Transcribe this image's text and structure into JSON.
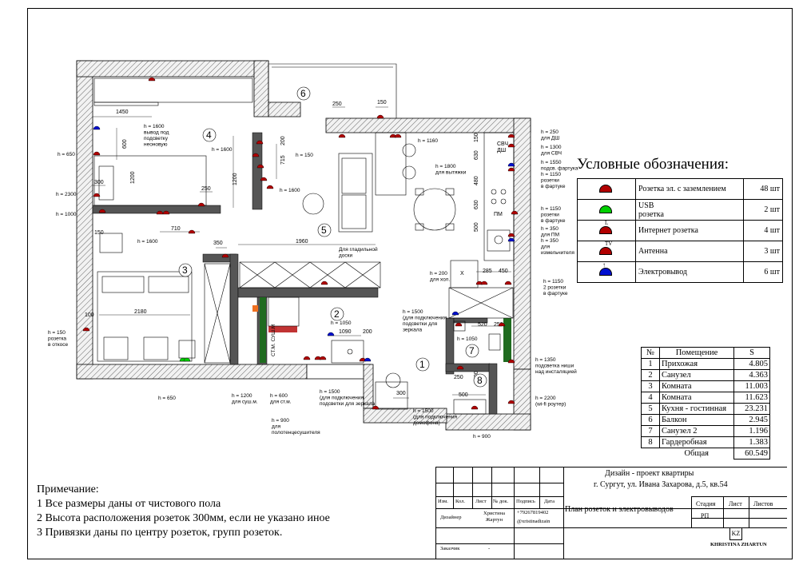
{
  "legend": {
    "title": "Условные обозначения:",
    "items": [
      {
        "label": "Розетка эл. с заземлением",
        "count": "48 шт",
        "color": "#b20000",
        "icon": "socket-grounded-icon",
        "mark": ""
      },
      {
        "label": "USB\nрозетка",
        "count": "2 шт",
        "color": "#00d000",
        "icon": "usb-socket-icon",
        "mark": ""
      },
      {
        "label": "Интернет розетка",
        "count": "4 шт",
        "color": "#b20000",
        "icon": "internet-socket-icon",
        "mark": "L"
      },
      {
        "label": "Антенна",
        "count": "3 шт",
        "color": "#b20000",
        "icon": "antenna-socket-icon",
        "mark": "TV"
      },
      {
        "label": "Электровывод",
        "count": "6 шт",
        "color": "#0010d0",
        "icon": "electrical-outlet-icon",
        "mark": "↑"
      }
    ]
  },
  "rooms_table": {
    "headers": [
      "№",
      "Помещение",
      "S"
    ],
    "rows": [
      [
        "1",
        "Прихожая",
        "4.805"
      ],
      [
        "2",
        "Санузел",
        "4.363"
      ],
      [
        "3",
        "Комната",
        "11.003"
      ],
      [
        "4",
        "Комната",
        "11.623"
      ],
      [
        "5",
        "Кухня - гостинная",
        "23.231"
      ],
      [
        "6",
        "Балкон",
        "2.945"
      ],
      [
        "7",
        "Санузел 2",
        "1.196"
      ],
      [
        "8",
        "Гардеробная",
        "1.383"
      ]
    ],
    "total_label": "Общая",
    "total_value": "60.549"
  },
  "notes": {
    "title": "Примечание:",
    "lines": [
      "1 Все размеры даны от чистового пола",
      "2 Высота расположения розеток 300мм, если не указано иное",
      "3 Привязки даны по центру  розеток, групп розеток."
    ]
  },
  "stamp": {
    "project_line1": "Дизайн - проект квартиры",
    "project_line2": "г. Сургут, ул. Ивана Захарова, д.5, кв.54",
    "sheet_title": "План розеток и электровыводов",
    "col_headers": [
      "Изм.",
      "Кол.",
      "Лист",
      "№ док.",
      "Подпись",
      "Дата"
    ],
    "role_designer": "Дизайнер",
    "designer_name": "Христина\nЖартун",
    "phone": "+79267819402",
    "instagram": "@xristinadizain",
    "role_client": "Заказчик",
    "client_value": "-",
    "stage_headers": [
      "Стадия",
      "Лист",
      "Листов"
    ],
    "stage_value": "РП",
    "logo_text": "KHRISTINA ZHARTUN",
    "logo_mark": "KZ"
  },
  "plan": {
    "room_numbers": [
      "1",
      "2",
      "3",
      "4",
      "5",
      "6",
      "7",
      "8"
    ],
    "dimensions": [
      "1450",
      "600",
      "1200",
      "300",
      "250",
      "710",
      "150",
      "350",
      "1960",
      "2180",
      "100",
      "1090",
      "200",
      "520",
      "250",
      "285",
      "450",
      "250",
      "150",
      "1200",
      "715",
      "200",
      "500",
      "250",
      "300",
      "600",
      "630",
      "480",
      "500",
      "150",
      "630",
      "X",
      "ПМ",
      "СВЧ",
      "ДШ",
      "СТ.М.\nСУШ.М"
    ],
    "annotations": [
      "h = 1600\nвывод под\nподсветку\nнеоновую",
      "h = 650",
      "h = 2300",
      "h = 1000",
      "h = 1600",
      "h = 1600",
      "h = 150",
      "h = 1600",
      "h = 1160",
      "h = 250\nдля ДШ",
      "h = 1300\nдля СВЧ",
      "h = 1550\nподсв. фартука\nh = 1150\nрозетки\nв фартуке",
      "h = 1800\nдля вытяжки",
      "h = 1150\nрозетки\nв фартуке",
      "h = 350\nдля ПМ\nh = 350\nдля\nизмельчителя",
      "Для гладильной\nдоски",
      "h = 200\nдля хол.",
      "h = 1150\n2 розетки\nв фартуке",
      "h = 1500\n(для подключения\nподсветки для\nзеркала",
      "h = 1050",
      "h = 1050",
      "h = 1350\nподсветка ниши\nнад инсталяцией",
      "h = 150\nрозетка\nв откосе",
      "h = 650",
      "h = 1200\nдля суш.м.",
      "h = 600\nдля ст.м.",
      "h = 900\nдля\nполотенцесушителя",
      "h = 1500\n(для подключения\nподсветки для зеркала",
      "h = 1500\n(для подключения\nдомофона)",
      "h = 2200\n(wi-fi роутер)",
      "h = 900"
    ]
  },
  "colors": {
    "wall_fill": "#e8e8e8",
    "wall_hatch": "#555555",
    "partition": "#555555",
    "socket_red": "#b20000",
    "socket_blue": "#0010d0",
    "socket_green": "#00d000",
    "green_panel": "#1f6b1f",
    "orange_mark": "#f07020"
  }
}
